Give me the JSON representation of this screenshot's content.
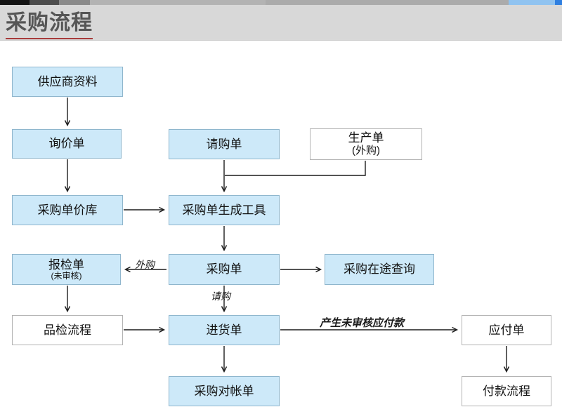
{
  "header": {
    "title": "采购流程"
  },
  "colors": {
    "header_bg": "#d8d8d8",
    "title_text": "#565656",
    "title_underline_red": "#a83b3b",
    "node_fill_blue": "#cde9f9",
    "node_border_blue": "#8fb6cd",
    "node_fill_white": "#ffffff",
    "strip_accent_light_blue": "#90c3f0",
    "strip_accent_blue": "#2f7fe0",
    "arrow_color": "#1c1c1c"
  },
  "flowchart": {
    "nodes": [
      {
        "id": "supplier-info",
        "label": "供应商资料",
        "style": "blue"
      },
      {
        "id": "inquiry-order",
        "label": "询价单",
        "style": "blue"
      },
      {
        "id": "purchase-requisition",
        "label": "请购单",
        "style": "blue"
      },
      {
        "id": "production-order",
        "label": "生产单",
        "sublabel": "(外购)",
        "style": "white"
      },
      {
        "id": "purchase-price-library",
        "label": "采购单价库",
        "style": "blue"
      },
      {
        "id": "po-generation-tool",
        "label": "采购单生成工具",
        "style": "blue"
      },
      {
        "id": "inspection-request",
        "label": "报检单",
        "sublabel": "(未审核)",
        "style": "blue"
      },
      {
        "id": "purchase-order",
        "label": "采购单",
        "style": "blue"
      },
      {
        "id": "purchase-transit-query",
        "label": "采购在途查询",
        "style": "blue"
      },
      {
        "id": "quality-inspection",
        "label": "品检流程",
        "style": "white"
      },
      {
        "id": "goods-receipt",
        "label": "进货单",
        "style": "blue"
      },
      {
        "id": "payable-order",
        "label": "应付单",
        "style": "white"
      },
      {
        "id": "purchase-reconciliation",
        "label": "采购对帐单",
        "style": "blue"
      },
      {
        "id": "payment-process",
        "label": "付款流程",
        "style": "white"
      }
    ],
    "edge_labels": [
      {
        "id": "outsourced",
        "text": "外购"
      },
      {
        "id": "requisition",
        "text": "请购"
      },
      {
        "id": "generate-unaudited-payable",
        "text": "产生未审核应付款"
      }
    ],
    "edges": [
      {
        "from": "supplier-info",
        "to": "inquiry-order"
      },
      {
        "from": "inquiry-order",
        "to": "purchase-price-library"
      },
      {
        "from": "purchase-price-library",
        "to": "po-generation-tool"
      },
      {
        "from": "purchase-requisition",
        "to": "po-generation-tool"
      },
      {
        "from": "production-order",
        "to": "po-generation-tool"
      },
      {
        "from": "po-generation-tool",
        "to": "purchase-order"
      },
      {
        "from": "purchase-order",
        "to": "inspection-request",
        "label": "外购"
      },
      {
        "from": "purchase-order",
        "to": "purchase-transit-query"
      },
      {
        "from": "purchase-order",
        "to": "goods-receipt",
        "label": "请购"
      },
      {
        "from": "inspection-request",
        "to": "quality-inspection"
      },
      {
        "from": "quality-inspection",
        "to": "goods-receipt"
      },
      {
        "from": "goods-receipt",
        "to": "payable-order",
        "label": "产生未审核应付款"
      },
      {
        "from": "goods-receipt",
        "to": "purchase-reconciliation"
      },
      {
        "from": "payable-order",
        "to": "payment-process"
      }
    ]
  }
}
